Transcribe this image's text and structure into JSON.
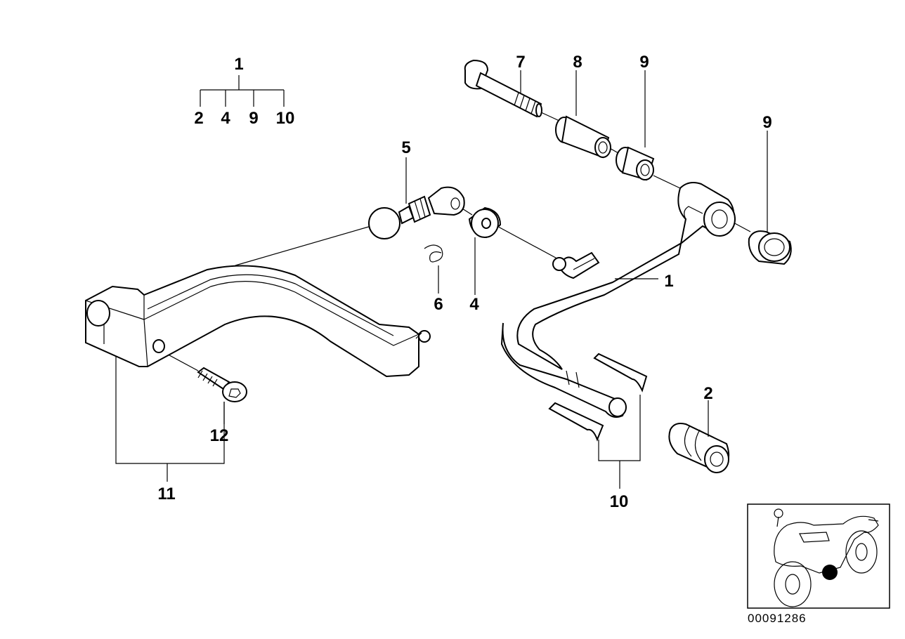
{
  "diagram": {
    "top_legend": {
      "parent": "1",
      "children": [
        "2",
        "4",
        "9",
        "10"
      ]
    },
    "callouts": {
      "c5": "5",
      "c7": "7",
      "c8": "8",
      "c9a": "9",
      "c9b": "9",
      "c6": "6",
      "c4": "4",
      "c1": "1",
      "c2": "2",
      "c10": "10",
      "c11": "11",
      "c12": "12"
    },
    "inset": {
      "code": "00091286"
    }
  }
}
